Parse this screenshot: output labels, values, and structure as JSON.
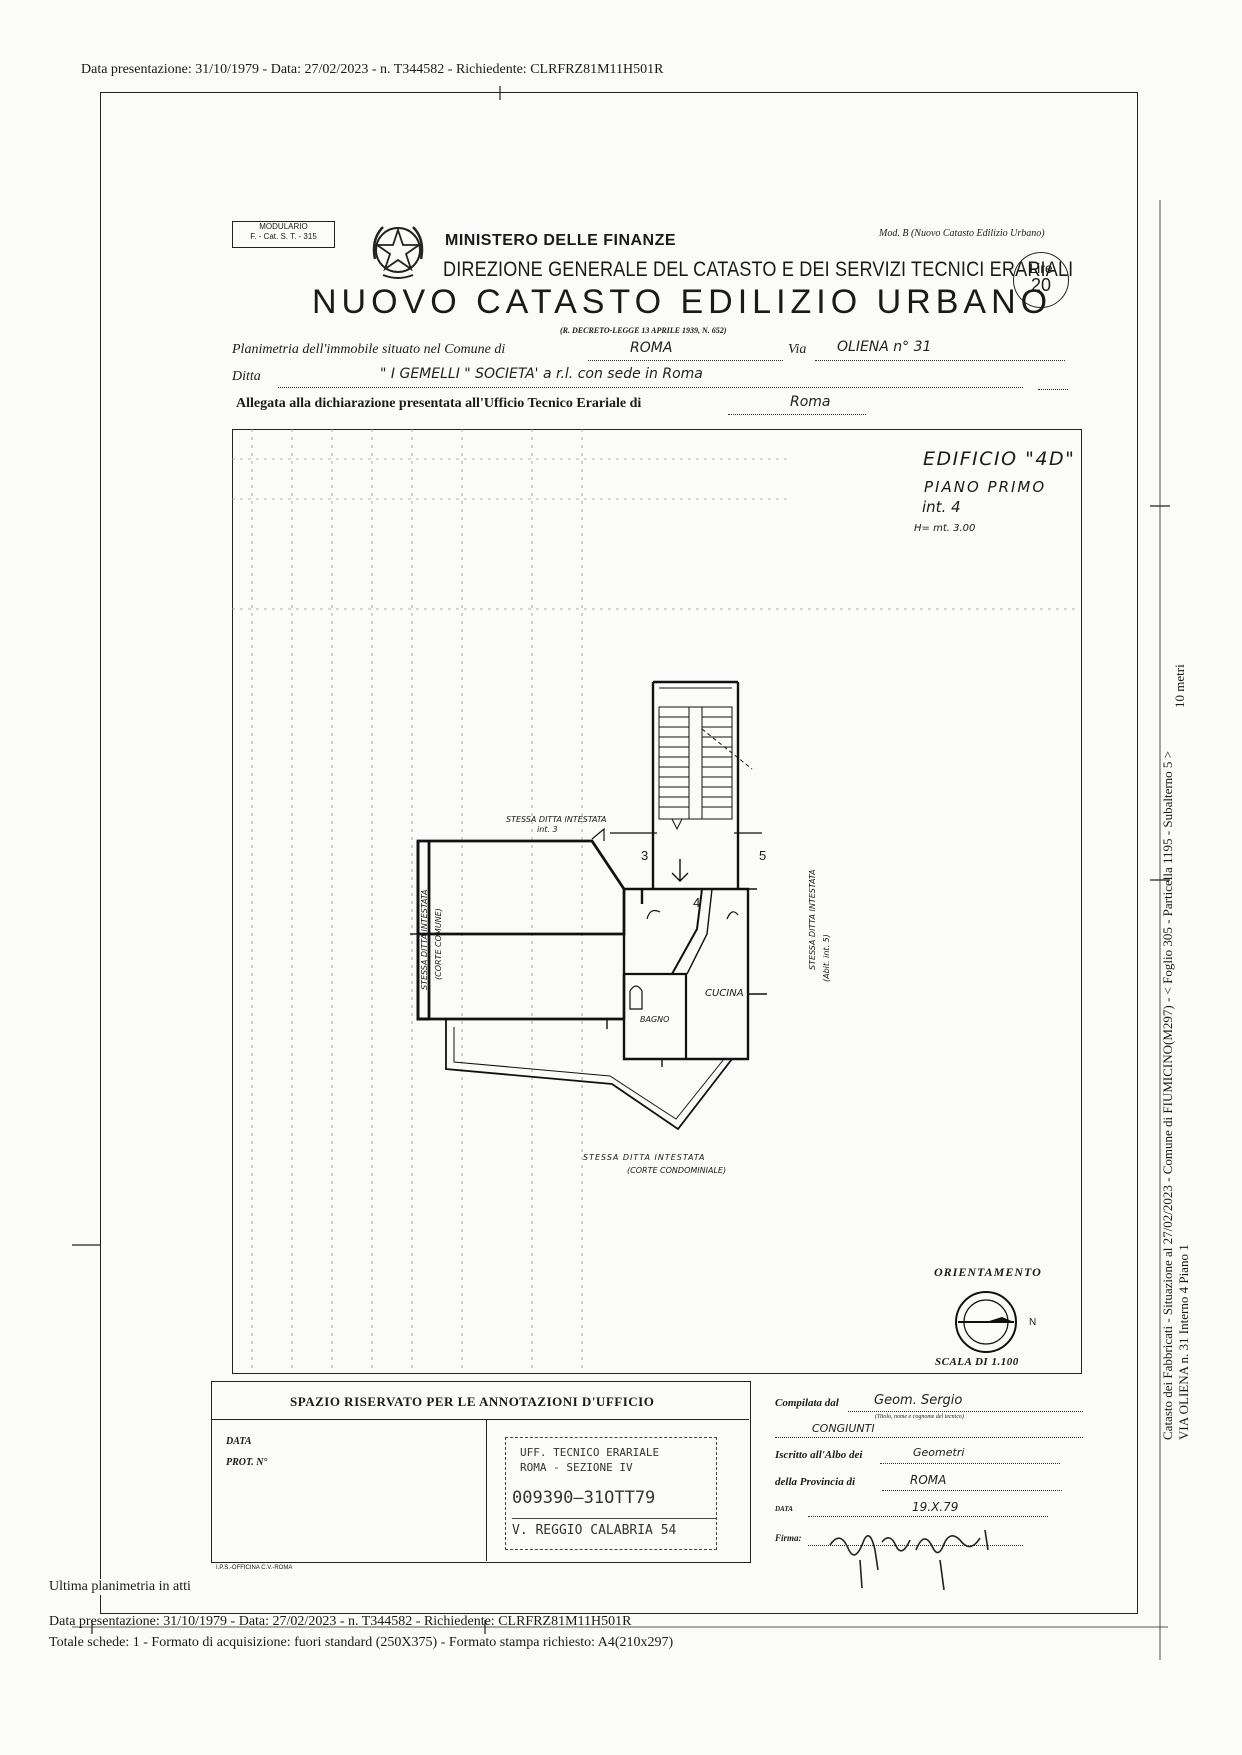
{
  "top_header": "Data presentazione: 31/10/1979 - Data: 27/02/2023 - n. T344582 - Richiedente: CLRFRZ81M11H501R",
  "form": {
    "modulario_line1": "MODULARIO",
    "modulario_line2": "F. - Cat. S. T. - 315",
    "ministero": "MINISTERO DELLE FINANZE",
    "direzione": "DIREZIONE GENERALE DEL CATASTO E DEI SERVIZI TECNICI ERARIALI",
    "mod_b": "Mod. B (Nuovo Catasto Edilizio Urbano)",
    "lire_label": "Lire",
    "lire_value": "20",
    "title": "NUOVO CATASTO EDILIZIO URBANO",
    "decreto": "(R. DECRETO-LEGGE 13 APRILE 1939, N. 652)",
    "planimetria_label": "Planimetria dell'immobile situato nel Comune di",
    "comune_value": "ROMA",
    "via_label": "Via",
    "via_value": "OLIENA n° 31",
    "ditta_label": "Ditta",
    "ditta_value": "\" I GEMELLI \" SOCIETA' a r.l. con sede in Roma",
    "allegata_label": "Allegata alla dichiarazione presentata all'Ufficio Tecnico Erariale di",
    "allegata_value": "Roma"
  },
  "plan": {
    "edificio": "EDIFICIO \"4D\"",
    "piano": "PIANO PRIMO",
    "interno": "int. 4",
    "altezza": "H= mt. 3.00",
    "label_top": "STESSA DITTA INTESTATA",
    "label_top_int": "int. 3",
    "label_left_1": "STESSA DITTA INTESTATA",
    "label_left_2": "(CORTE COMUNE)",
    "label_right_1": "STESSA DITTA INTESTATA",
    "label_right_2": "(Abit. int. 5)",
    "label_bottom_1": "STESSA DITTA INTESTATA",
    "label_bottom_2": "(CORTE CONDOMINIALE)",
    "room_cucina": "CUCINA",
    "room_bagno": "BAGNO",
    "num_3": "3",
    "num_4": "4",
    "num_5": "5",
    "orientamento": "ORIENTAMENTO",
    "north": "N",
    "scala": "SCALA DI 1.100"
  },
  "office": {
    "spazio": "SPAZIO RISERVATO PER LE ANNOTAZIONI D'UFFICIO",
    "data_label": "DATA",
    "prot_label": "PROT. N°",
    "stamp_line1": "UFF. TECNICO ERARIALE",
    "stamp_line2": "ROMA - SEZIONE IV",
    "stamp_number": "009390—31OTT79",
    "stamp_line3": "V. REGGIO CALABRIA 54",
    "printer": "I.P.S.-OFFICINA C.V.-ROMA",
    "compilata_label": "Compilata dal",
    "compilata_value": "Geom. Sergio",
    "titolo_note": "(Titolo, nome e cognome del tecnico)",
    "compilata_value2": "CONGIUNTI",
    "iscritto_label": "Iscritto all'Albo dei",
    "iscritto_value": "Geometri",
    "provincia_label": "della Provincia di",
    "provincia_value": "ROMA",
    "data_label2": "DATA",
    "data_value": "19.X.79",
    "firma_label": "Firma:"
  },
  "side_text": {
    "line1": "Catasto dei Fabbricati - Situazione al 27/02/2023 - Comune di FIUMICINO(M297) - < Foglio 305 - Particella 1195 - Subalterno 5 >",
    "line2": "VIA OLIENA n. 31  Interno 4 Piano 1",
    "scale": "10 metri"
  },
  "footer": {
    "ultima": "Ultima planimetria in atti",
    "line1": "Data presentazione: 31/10/1979 - Data: 27/02/2023 - n. T344582 - Richiedente: CLRFRZ81M11H501R",
    "line2": "Totale schede: 1 - Formato di acquisizione: fuori standard (250X375) - Formato stampa richiesto: A4(210x297)"
  }
}
